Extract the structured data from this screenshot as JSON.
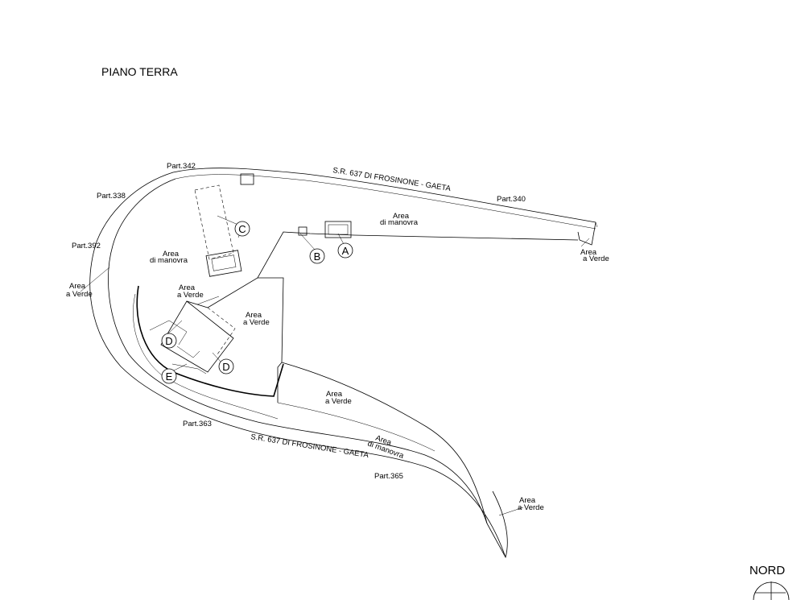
{
  "title": "PIANO TERRA",
  "north": "NORD",
  "roads": {
    "top": "S.R. 637 DI FROSINONE - GAETA",
    "bottom": "S.R. 637 DI FROSINONE - GAETA"
  },
  "parcels": {
    "p342": "Part.342",
    "p338": "Part.338",
    "p392": "Part.392",
    "p340": "Part.340",
    "p363": "Part.363",
    "p365": "Part.365"
  },
  "areas": {
    "manovra_right": [
      "Area",
      "di manovra"
    ],
    "manovra_left": [
      "Area",
      "di manovra"
    ],
    "manovra_bottom": [
      "Area",
      "di manovra"
    ],
    "verde_east": [
      "Area",
      "a Verde"
    ],
    "verde_west": [
      "Area",
      "a Verde"
    ],
    "verde_inner_small": [
      "Area",
      "a Verde"
    ],
    "verde_center": [
      "Area",
      "a Verde"
    ],
    "verde_south": [
      "Area",
      "a Verde"
    ],
    "verde_tip": [
      "Area",
      "a Verde"
    ]
  },
  "markers": {
    "a": "A",
    "b": "B",
    "c": "C",
    "d1": "D",
    "d2": "D",
    "e": "E"
  }
}
